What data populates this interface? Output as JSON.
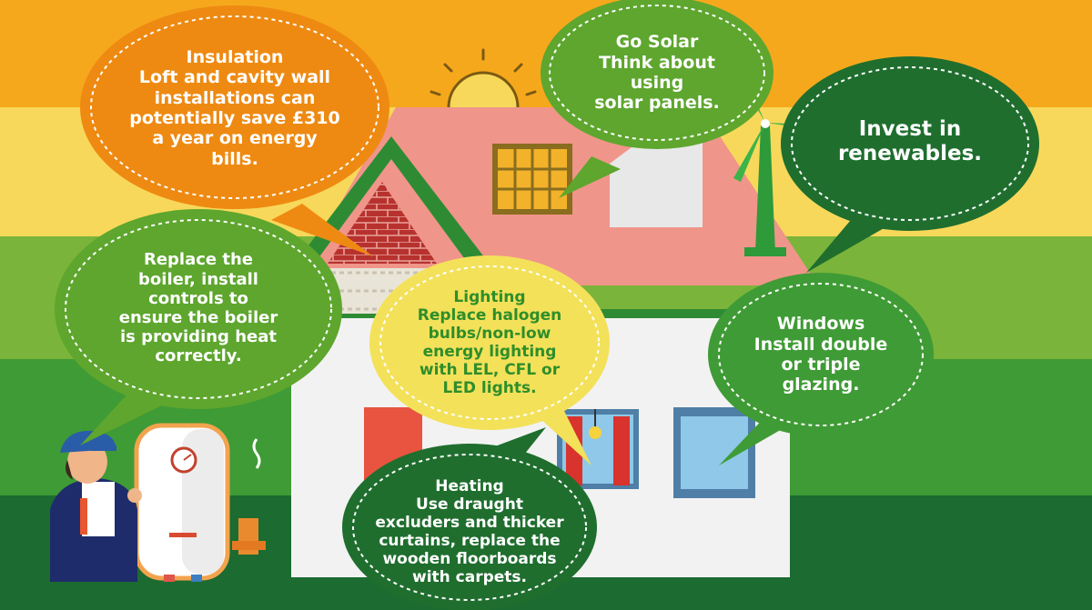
{
  "colors": {
    "band_orange": "#F6A81D",
    "band_yellow": "#F8D85A",
    "band_lightgreen": "#7BB43A",
    "band_green": "#3F9B35",
    "band_darkgreen": "#1C6B31",
    "bubble_orange": "#EE8A12",
    "bubble_green": "#5EA62E",
    "bubble_darkgreen": "#1F6E2E",
    "bubble_yellow": "#F3E15A",
    "lighting_text": "#2F8E2A",
    "roof": "#F0958A",
    "brick": "#B7322E",
    "wall": "#F2F2F2",
    "trim": "#2E8B34"
  },
  "bubbles": {
    "insulation": {
      "lines": [
        "Insulation",
        "Loft and cavity wall",
        "installations can",
        "potentially save £310",
        "a year on energy",
        "bills."
      ]
    },
    "solar": {
      "lines": [
        "Go Solar",
        "Think about",
        "using",
        "solar panels."
      ]
    },
    "renewables": {
      "lines": [
        "Invest in",
        "renewables."
      ]
    },
    "boiler": {
      "lines": [
        "Replace the",
        "boiler, install",
        "controls to",
        "ensure the boiler",
        "is providing heat",
        "correctly."
      ]
    },
    "lighting": {
      "lines": [
        "Lighting",
        "Replace halogen",
        "bulbs/non-low",
        "energy lighting",
        "with LEL, CFL or",
        "LED lights."
      ]
    },
    "windows": {
      "lines": [
        "Windows",
        "Install double",
        "or triple",
        "glazing."
      ]
    },
    "heating": {
      "lines": [
        "Heating",
        "Use draught",
        "excluders and thicker",
        "curtains, replace the",
        "wooden floorboards",
        "with carpets."
      ]
    }
  },
  "icons": [
    "sun-icon",
    "solar-panel-icon",
    "wind-turbine-icon",
    "water-heater-icon",
    "plumber-icon",
    "house-icon"
  ]
}
